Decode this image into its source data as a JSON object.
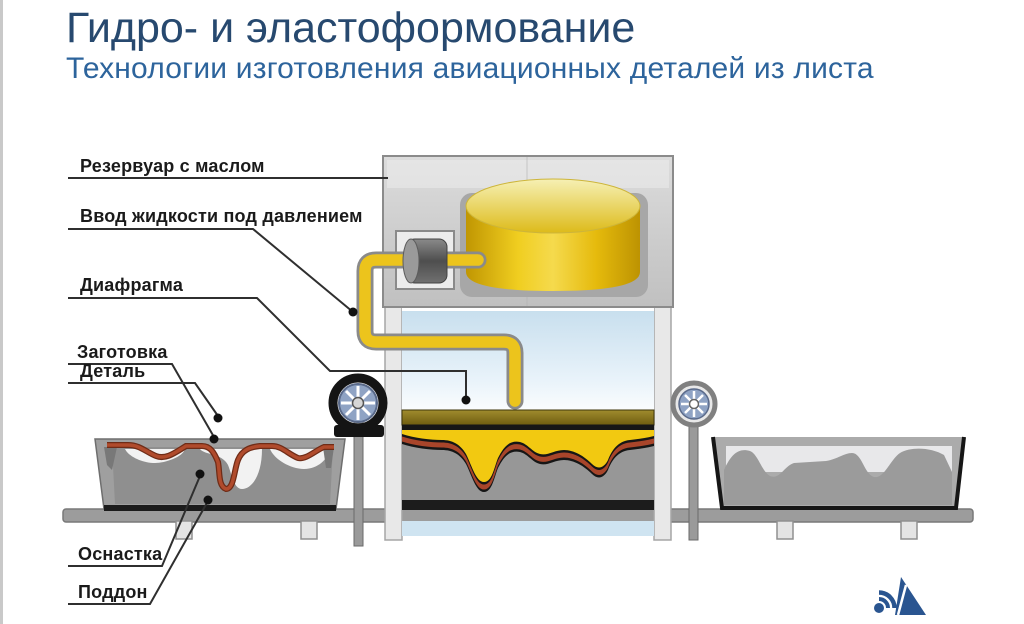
{
  "header": {
    "title": "Гидро- и эластоформование",
    "subtitle": "Технологии изготовления авиационных деталей из листа"
  },
  "labels": {
    "reservoir": {
      "text": "Резервуар с маслом"
    },
    "fluid_inlet": {
      "text": "Ввод жидкости под давлением"
    },
    "diaphragm": {
      "text": "Диафрагма"
    },
    "blank": {
      "text": "Заготовка"
    },
    "part": {
      "text": "Деталь"
    },
    "tooling": {
      "text": "Оснастка"
    },
    "pallet": {
      "text": "Поддон"
    }
  },
  "icons": {
    "logo": "signal-triangle-logo"
  },
  "colors": {
    "title_blue": "#27496f",
    "subtitle_blue": "#2d649c",
    "oil_yellow": "#ecc41c",
    "fluid_yellow": "#f2c911",
    "sheet_red": "#a8452a",
    "diaphragm_olive": "#8a7618",
    "machine_gray": "#c9c9c9",
    "window_blue": "#c8dfee",
    "wheel_blue": "#8fa3c4",
    "logo_blue": "#2a5590"
  }
}
